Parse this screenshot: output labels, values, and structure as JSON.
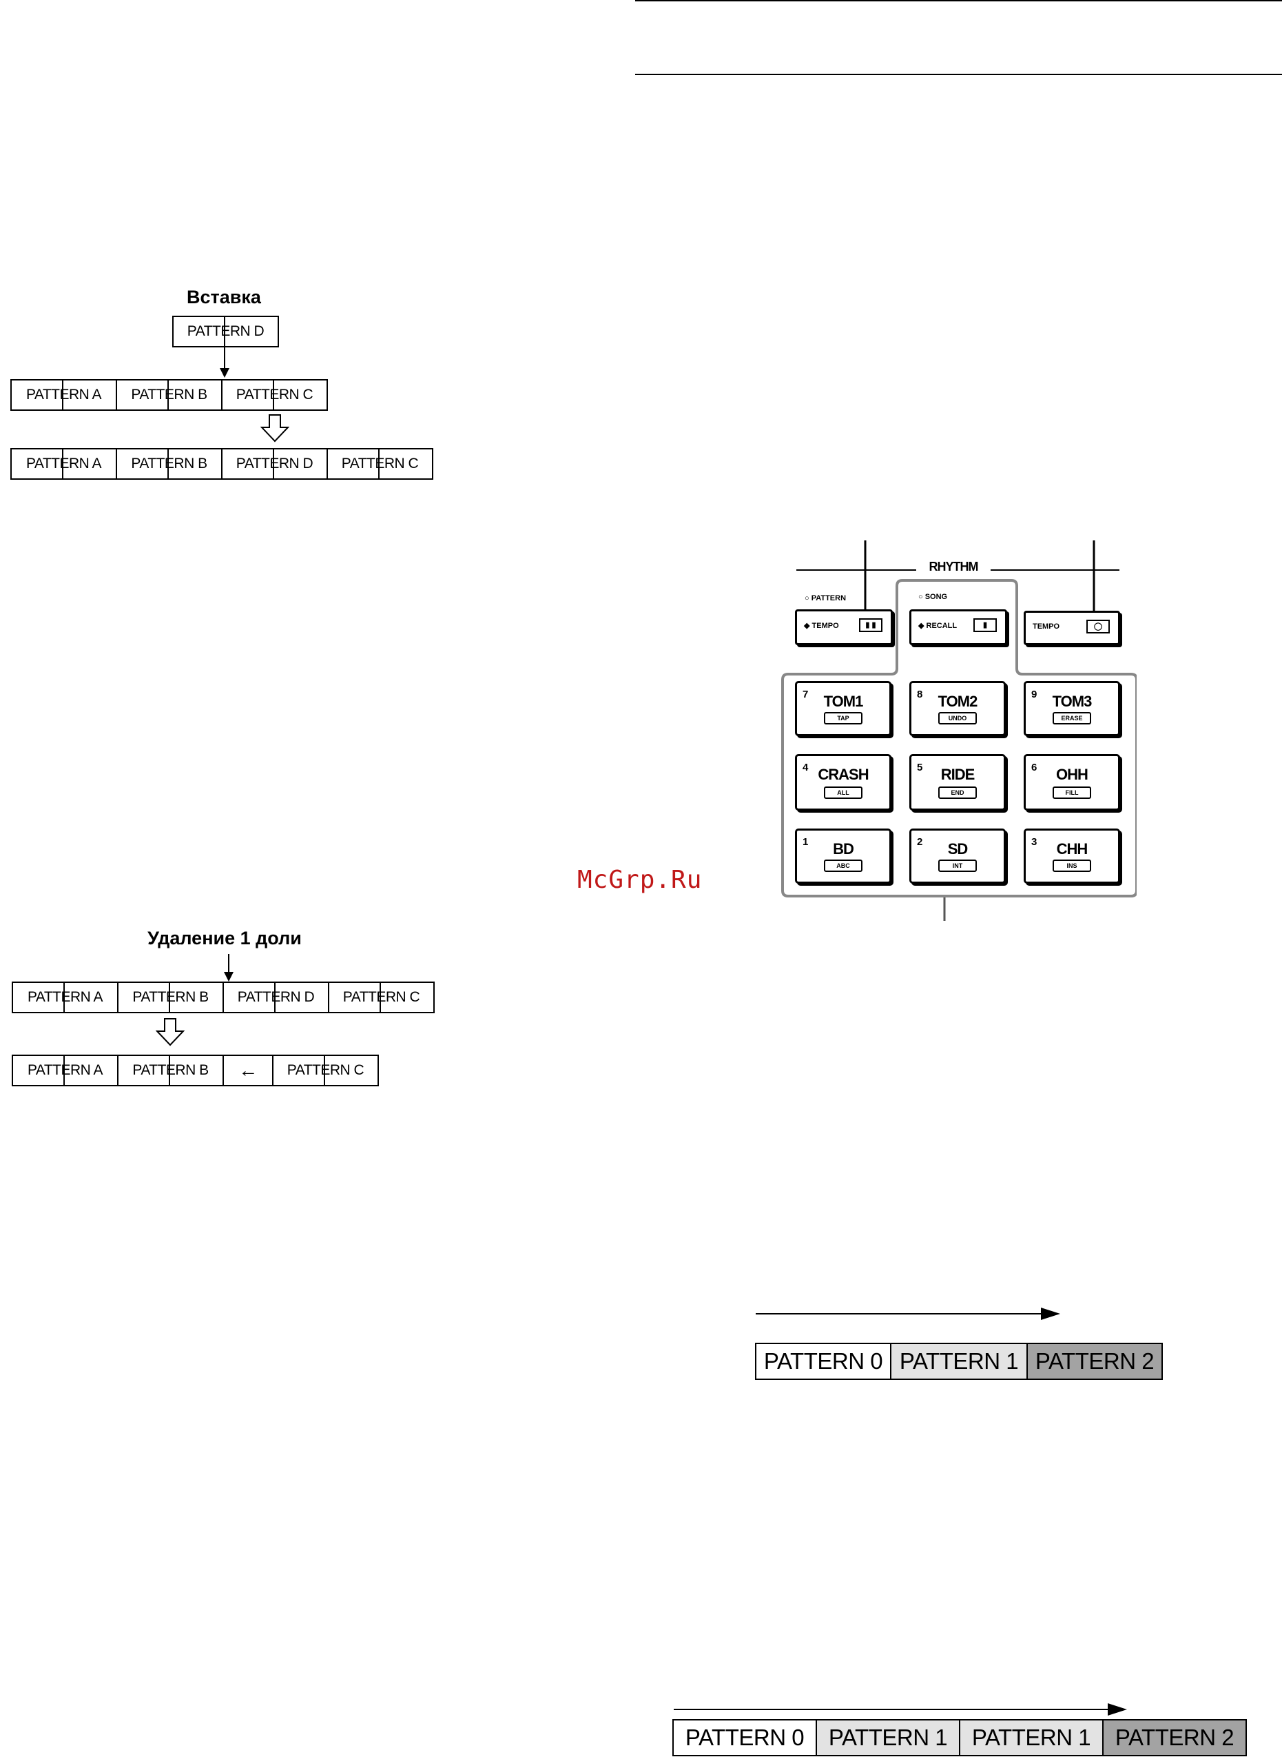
{
  "insert": {
    "caption": "Вставка",
    "inserted": "PATTERN D",
    "before": [
      "PATTERN A",
      "PATTERN B",
      "PATTERN C"
    ],
    "after": [
      "PATTERN A",
      "PATTERN B",
      "PATTERN D",
      "PATTERN C"
    ]
  },
  "delete": {
    "caption": "Удаление 1 доли",
    "before": [
      "PATTERN A",
      "PATTERN B",
      "PATTERN D",
      "PATTERN C"
    ],
    "after_left": [
      "PATTERN A",
      "PATTERN B"
    ],
    "gap_arrow": "←",
    "after_right": [
      "PATTERN C"
    ]
  },
  "watermark": "McGrp.Ru",
  "panel": {
    "section_label": "RHYTHM",
    "led_pattern": "○ PATTERN",
    "led_song": "○ SONG",
    "top_buttons": [
      {
        "label": "◆ TEMPO",
        "window": "▮ ▮"
      },
      {
        "label": "◆ RECALL",
        "window": "▮"
      },
      {
        "label": "TEMPO",
        "window": "◯"
      }
    ],
    "pads": [
      {
        "num": "7",
        "name": "TOM1",
        "sub": "TAP"
      },
      {
        "num": "8",
        "name": "TOM2",
        "sub": "UNDO"
      },
      {
        "num": "9",
        "name": "TOM3",
        "sub": "ERASE"
      },
      {
        "num": "4",
        "name": "CRASH",
        "sub": "ALL"
      },
      {
        "num": "5",
        "name": "RIDE",
        "sub": "END"
      },
      {
        "num": "6",
        "name": "OHH",
        "sub": "FILL"
      },
      {
        "num": "1",
        "name": "BD",
        "sub": "ABC"
      },
      {
        "num": "2",
        "name": "SD",
        "sub": "INT"
      },
      {
        "num": "3",
        "name": "CHH",
        "sub": "INS"
      }
    ]
  },
  "chain1": {
    "cells": [
      {
        "label": "PATTERN 0",
        "fill": "#ffffff"
      },
      {
        "label": "PATTERN 1",
        "fill": "#e3e3e3"
      },
      {
        "label": "PATTERN 2",
        "fill": "#a3a3a3"
      }
    ]
  },
  "chain2": {
    "cells": [
      {
        "label": "PATTERN 0",
        "fill": "#ffffff"
      },
      {
        "label": "PATTERN 1",
        "fill": "#e3e3e3"
      },
      {
        "label": "PATTERN 1",
        "fill": "#e3e3e3"
      },
      {
        "label": "PATTERN 2",
        "fill": "#a3a3a3"
      }
    ]
  }
}
